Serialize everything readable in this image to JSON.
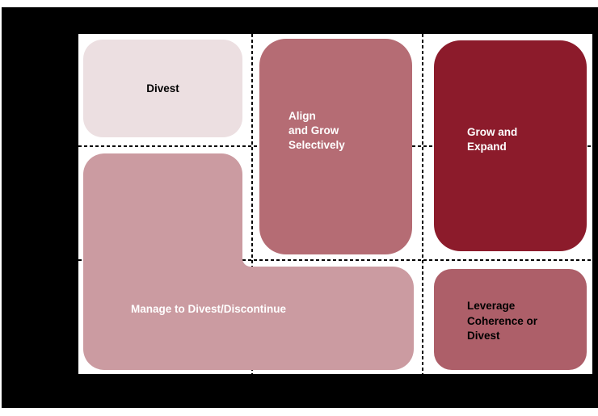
{
  "palette": {
    "page_bg": "#ffffff",
    "slide_bg": "#000000",
    "plot_bg": "#ffffff",
    "grid_line": "#000000",
    "divest_fill": "#ecdfe1",
    "align_fill": "#b56c74",
    "grow_fill": "#8c1b2b",
    "manage_fill": "#cb9ba1",
    "leverage_fill": "#ad5f69",
    "dark_text": "#000000",
    "light_text": "#ffffff"
  },
  "matrix": {
    "grid": {
      "columns": 3,
      "rows": 3,
      "line_style": "dashed"
    },
    "cells": {
      "divest": {
        "label": "Divest",
        "fill": "#ecdfe1",
        "text_color": "#000000",
        "position": "top-left"
      },
      "align": {
        "lines": [
          "Align",
          "and Grow",
          "Selectively"
        ],
        "label": "Align and Grow Selectively",
        "fill": "#b56c74",
        "text_color": "#ffffff",
        "position": "middle-column-upper"
      },
      "grow": {
        "lines": [
          "Grow and",
          "Expand"
        ],
        "label": "Grow and Expand",
        "fill": "#8c1b2b",
        "text_color": "#ffffff",
        "position": "right-column-upper"
      },
      "manage": {
        "label": "Manage to Divest/Discontinue",
        "fill": "#cb9ba1",
        "text_color": "#ffffff",
        "position": "left-and-bottom-L-shape"
      },
      "leverage": {
        "lines": [
          "Leverage",
          "Coherence or",
          "Divest"
        ],
        "label": "Leverage Coherence or Divest",
        "fill": "#ad5f69",
        "text_color": "#000000",
        "position": "bottom-right"
      }
    }
  }
}
